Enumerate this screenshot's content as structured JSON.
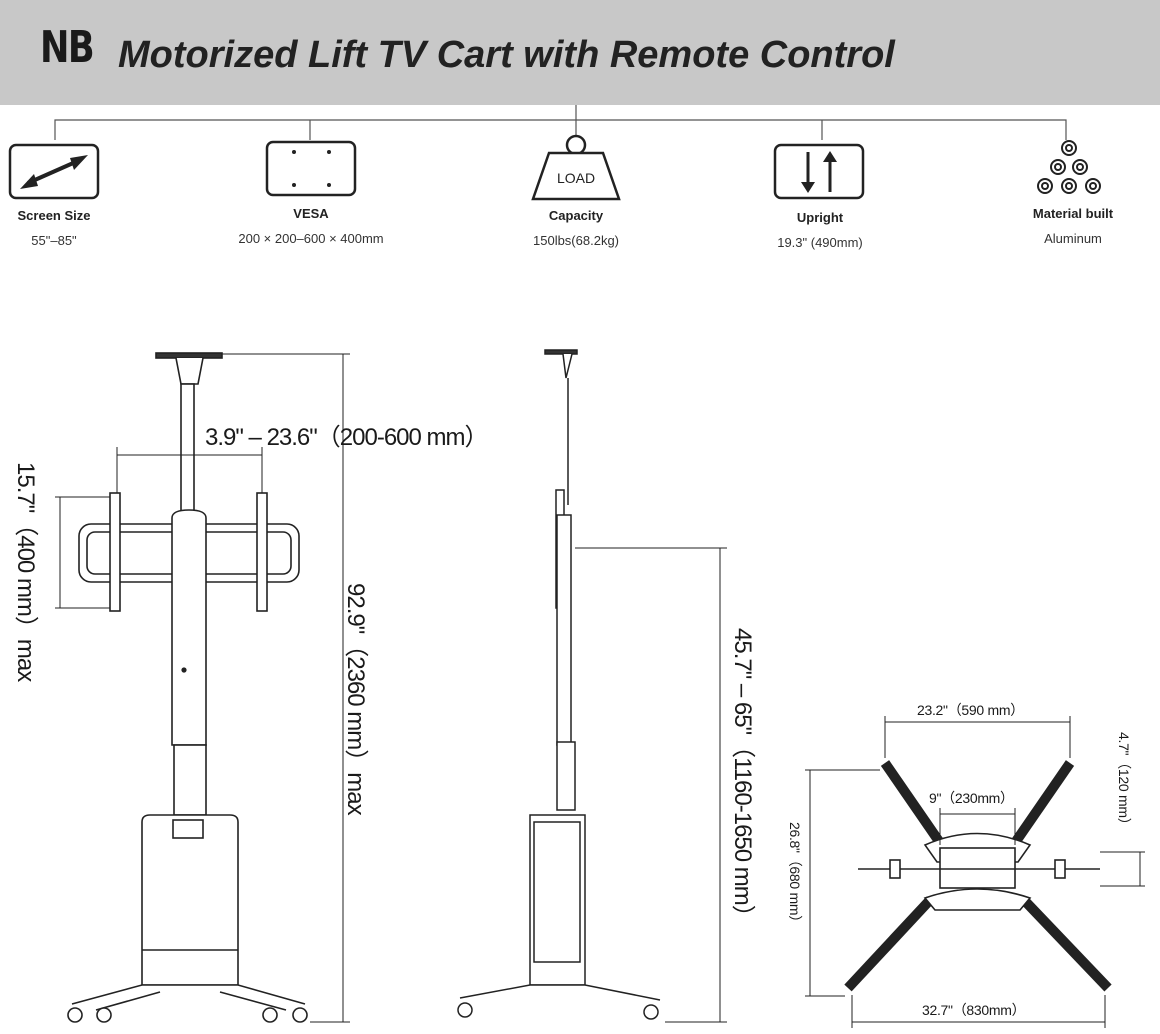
{
  "header": {
    "brand": "NB",
    "title": "Motorized Lift TV Cart with Remote Control"
  },
  "features": [
    {
      "icon": "arrow-diagonal-icon",
      "label": "Screen Size",
      "value": "55\"–85\""
    },
    {
      "icon": "vesa-pattern-icon",
      "label": "VESA",
      "value": "200 × 200–600 × 400mm"
    },
    {
      "icon": "weight-load-icon",
      "icon_text": "LOAD",
      "label": "Capacity",
      "value": "150lbs(68.2kg)"
    },
    {
      "icon": "up-down-arrows-icon",
      "label": "Upright",
      "value": "19.3\" (490mm)"
    },
    {
      "icon": "material-stack-icon",
      "label": "Material built",
      "value": "Aluminum"
    }
  ],
  "dimensions": {
    "vesa_width": "3.9\" – 23.6\"（200-600 mm）",
    "vesa_height": "15.7\"（400 mm）max",
    "total_height": "92.9\"（2360 mm）max",
    "lift_range": "45.7\" – 65\"（1160-1650 mm）",
    "base_inner_width": "23.2\"（590 mm）",
    "base_column": "9\"（230mm）",
    "base_depth": "26.8\"（680 mm）",
    "base_offset": "4.7\"（120 mm）",
    "base_outer_width": "32.7\"（830mm）"
  }
}
